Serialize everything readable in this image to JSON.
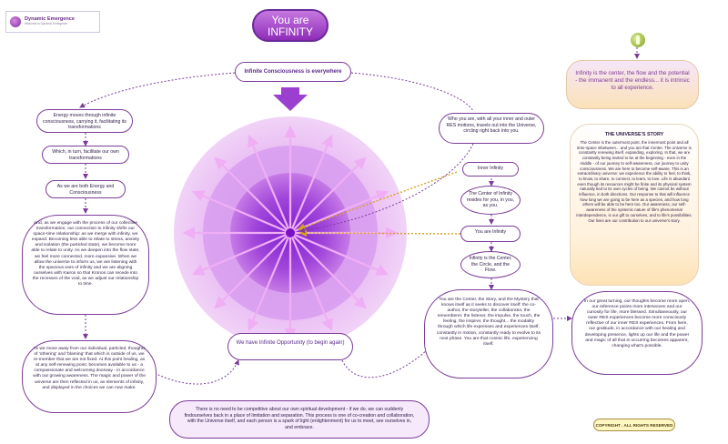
{
  "logo": {
    "title": "Dynamic Emergence",
    "subtitle": "Welcome to Dynamic Emergence"
  },
  "title": {
    "line1": "You are",
    "line2": "INFINITY"
  },
  "consciousness_label": "Infinite Consciousness is everywhere",
  "left_chain": [
    "Energy moves through infinite consciousness, carrying it, facilitating its transformations",
    "Which, in turn, facilitate our own transformations",
    "As we are both Energy and Consciousness",
    "And, as we engage with the process of our collective transformation, our connection to infinity shifts our space-time relationship: as we merge with infinity, we expand. Becoming less able to relate to stress, anxiety and isolation (the particled state), we become more able to relate to unity. As we deepen into the flow state, we feel more connected, more expansive. When we allow the universe to inform us, we are listening with the spacious ears of infinity and we are aligning ourselves with Kairos so that Kronos can recede into the recesses of the void, as we adjust our relationship to time.",
    "As we move away from our individual, particled, thoughts of 'othering' and 'blaming' that which is outside of us, we re-member that we are not fixed. At this point healing, as at any self-renewing point, becomes available to us - a compassionate and welcoming doorway - in accordance with our growing awareness. The magic and power of the universe are then reflected in us, as elements of infinity, and displayed in the choices we can now make."
  ],
  "right_top": "Who you are, with all your inner and outer RES motions, travels out into the Universe, circling right back into you.",
  "right_chain": [
    "Inner Infinity",
    "The Center of Infinity resides for you, in you, as you.",
    "You are Infinity",
    "Infinity is the Center, the Circle, and the Flow."
  ],
  "right_long": "You are the Center, the Story, and the Mystery that knows itself as it seeks to discover itself: the co-author, the storyteller, the collaborator, the rememberer, the listener, the impulse, the touch, the feeling, the inspirer, the thought... the modality through which life expresses and experiences itself, constantly in motion, constantly ready to evolve to its next phase. You are that cosmic life, experiencing itself.",
  "opportunity": "We have Infinite Opportunity (to begin again)",
  "bottom_text": "There is no need to be competitive about our own spiritual development - if we do, we can suddenly findourselves back in a place of limitation and separation. This process is one of co-creation and collaboration, with the Universe itself, and each person is a spark of light (enlightenment) for us to meet, see ourselves in, and embrace.",
  "infinity_quote": "Infinity is the center, the flow and the potential - the immanent and the endless... it is intrinsic to all experience.",
  "story": {
    "title": "THE UNIVERSE'S STORY",
    "text": "The Center is the outermost point, the innermost point and all time-space inbetween... and you are that Center. The universe is constantly renewing itself, expanding, exploring. In that, we are constantly being invited to be at the beginning - even in the middle - of our journey to self-awareness, our journey to unity consciousness. We are here to become self-aware. This is an extraordinary universe: we experience the ability to feel, to think, to know, to share, to connect, to learn, to love. Life is abundant even though its resources might be finite and its physical system naturally tied to its own cycles of being. We cannot be without influence, in both directions. Our response to that will influence how long we are going to be here as a species, and how long others will be able to be here too. Our awareness, our self-awareness of the systemic nature of life's phenomenal interdependence, is our gift to ourselves, and to life's possibilities. Our lives are our contribution to our universe's story."
  },
  "turning": "In our great turning, our thoughts become more open, our reference points more interwoven and our curiosity for life, more blessed. Simultaneously, our outer RES experiences become more consciously reflective of our inner RES experiences. From here, our gratitude, in accordance with our healing and developing presence, lights up our life and the power and magic of all that is occurring becomes apparent, changing what's possible.",
  "copyright": "COPYRIGHT . ALL RIGHTS RESERVED",
  "colors": {
    "purple": "#7b3c99",
    "orb_light": "#ecc8f4",
    "orb_dark": "#9a3fd0",
    "arrow": "#f0b6f5",
    "gold_arrow": "#d8a21a"
  },
  "icons": {
    "bulb": "lightbulb-icon",
    "down_arrow": "big-down-arrow"
  }
}
